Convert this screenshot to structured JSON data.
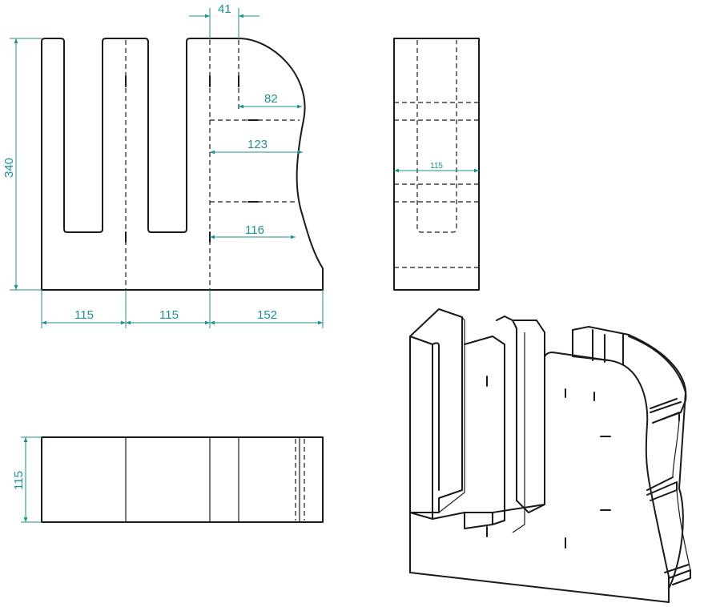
{
  "dimensions": {
    "front_width_1": "115",
    "front_width_2": "115",
    "front_width_3": "152",
    "height": "340",
    "slot_width": "41",
    "shelf_top": "82",
    "shelf_middle": "123",
    "shelf_bottom": "116",
    "side_depth": "115",
    "top_depth": "115"
  },
  "colors": {
    "object_lines": "#1a1a1a",
    "dimension_lines": "#1f8f8f",
    "background": "#ffffff"
  }
}
